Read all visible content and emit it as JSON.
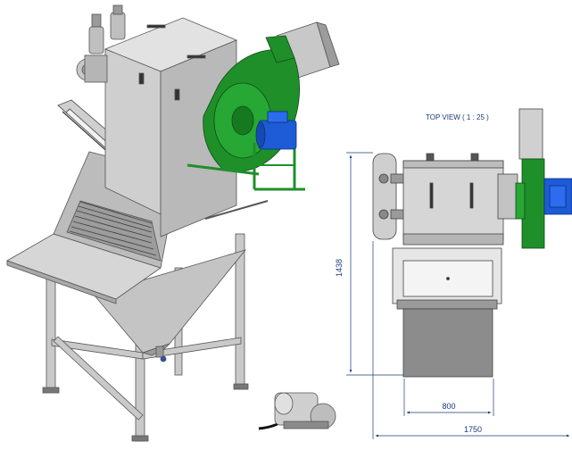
{
  "view_title": "TOP VIEW ( 1 : 25 )",
  "dimensions": {
    "height": "1438",
    "inner_width": "800",
    "overall_width": "1750"
  },
  "colors": {
    "steel_light": "#d9d9d9",
    "steel_mid": "#bdbdbd",
    "steel_dark": "#7a7a7a",
    "fan_green": "#1f8f2a",
    "motor_blue": "#1e5bd6",
    "dimension_blue": "#1a3a7a"
  }
}
